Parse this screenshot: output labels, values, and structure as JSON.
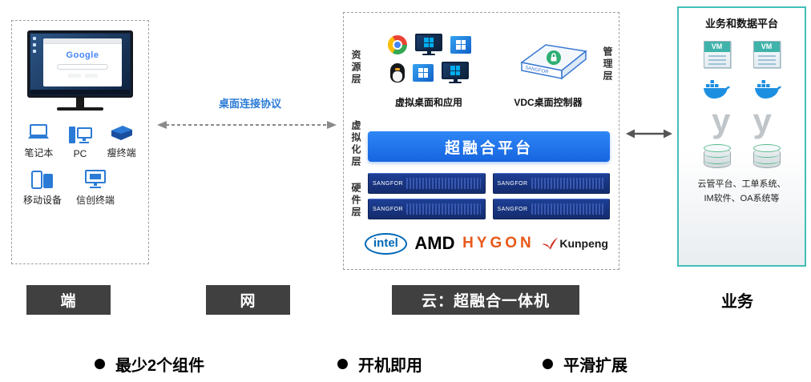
{
  "left_panel": {
    "monitor_text": "Google",
    "devices": [
      {
        "label": "笔记本"
      },
      {
        "label": "PC"
      },
      {
        "label": "瘦终端"
      },
      {
        "label": "移动设备"
      },
      {
        "label": "信创终端"
      }
    ]
  },
  "connection": {
    "protocol_label": "桌面连接协议"
  },
  "center_panel": {
    "resource_layer": "资源层",
    "management_layer": "管理层",
    "virtualization_layer": "虚拟化层",
    "hardware_layer": "硬件层",
    "virtual_desktop_label": "虚拟桌面和应用",
    "vdc_label": "VDC桌面控制器",
    "vdc_brand": "SANGFOR",
    "platform_label": "超融合平台",
    "server_brand": "SANGFOR",
    "vendor_intel": "intel",
    "vendor_amd": "AMD",
    "vendor_hygon": "HYGON",
    "vendor_kunpeng": "Kunpeng"
  },
  "right_panel": {
    "title": "业务和数据平台",
    "vm_label": "VM",
    "y_label": "y",
    "services_line1": "云管平台、工单系统、",
    "services_line2": "IM软件、OA系统等"
  },
  "bottom_labels": {
    "terminal": "端",
    "network": "网",
    "cloud": "云：超融合一体机",
    "business": "业务"
  },
  "bullets": [
    {
      "text": "最少2个组件"
    },
    {
      "text": "开机即用"
    },
    {
      "text": "平滑扩展"
    }
  ],
  "colors": {
    "accent_blue": "#1f7af0",
    "server_navy": "#1a3a8c",
    "label_gray": "#404040",
    "teal_border": "#42bfb7",
    "hygon_orange": "#e8591a",
    "kunpeng_red": "#d0281e",
    "docker_blue": "#1d8fe1",
    "intel_blue": "#0068b5",
    "protocol_blue": "#2b7bd6"
  }
}
